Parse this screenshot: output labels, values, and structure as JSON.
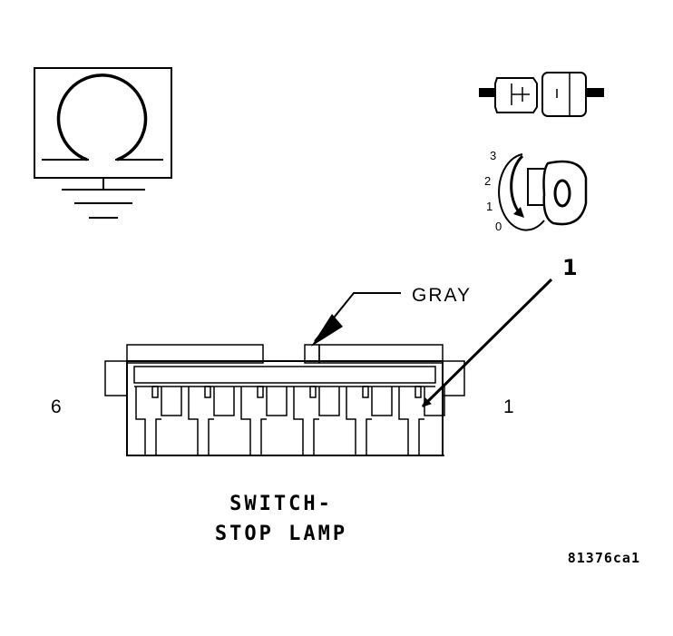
{
  "diagram": {
    "connector_color_label": "GRAY",
    "callout_number": "1",
    "pin_left_label": "6",
    "pin_right_label": "1",
    "title_line1": "SWITCH-",
    "title_line2": "STOP LAMP",
    "figure_id": "81376ca1",
    "ignition_positions": [
      "3",
      "2",
      "1",
      "0"
    ]
  }
}
